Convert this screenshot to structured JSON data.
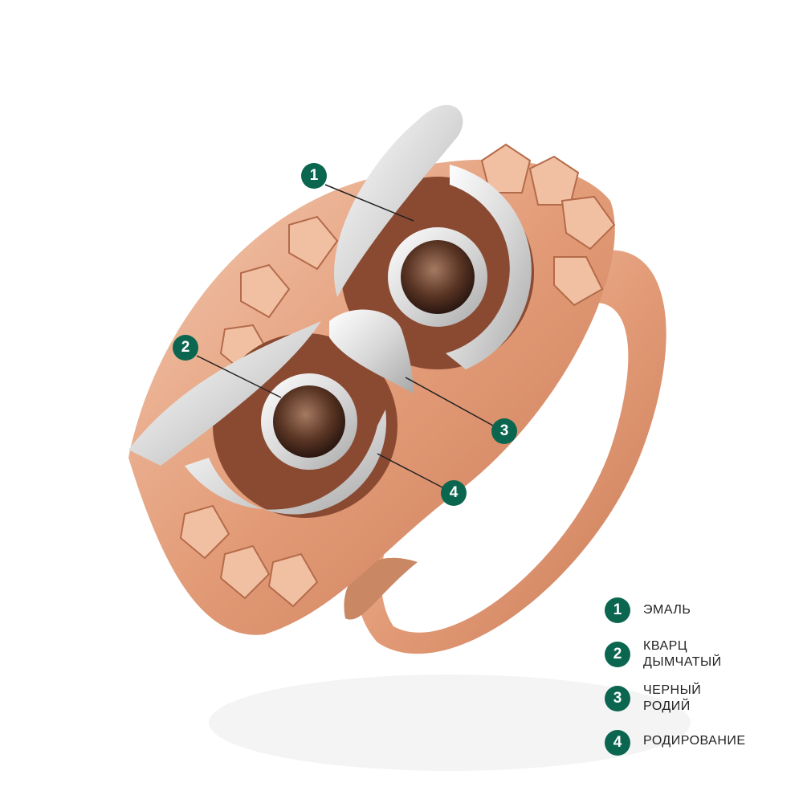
{
  "colors": {
    "accent": "#0b6650",
    "gold": "#e5a07f",
    "silver": "#e4e4e4",
    "stone": "#5a3524"
  },
  "callouts": [
    {
      "number": "1"
    },
    {
      "number": "2"
    },
    {
      "number": "3"
    },
    {
      "number": "4"
    }
  ],
  "legend": [
    {
      "number": "1",
      "label": "ЭМАЛЬ"
    },
    {
      "number": "2",
      "label": "КВАРЦ\nДЫМЧАТЫЙ"
    },
    {
      "number": "3",
      "label": "ЧЕРНЫЙ\nРОДИЙ"
    },
    {
      "number": "4",
      "label": "РОДИРОВАНИЕ"
    }
  ]
}
